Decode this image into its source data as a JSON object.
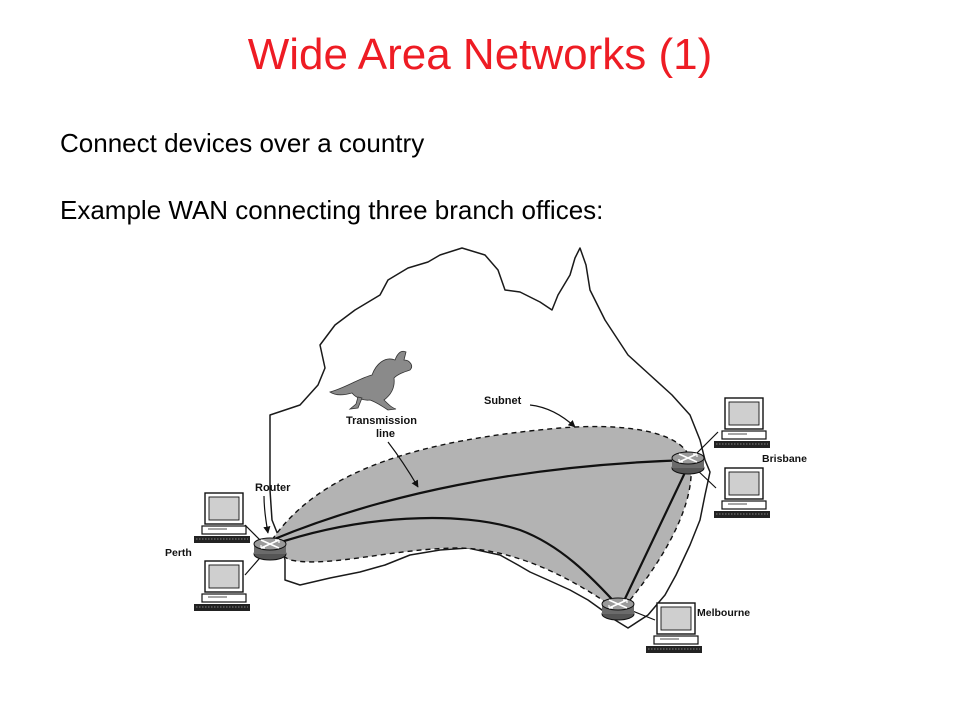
{
  "slide": {
    "title": "Wide Area Networks (1)",
    "bullets": [
      "Connect devices over a country",
      "Example WAN connecting three branch offices:"
    ]
  },
  "diagram": {
    "labels": {
      "subnet": "Subnet",
      "transmission_line_1": "Transmission",
      "transmission_line_2": "line",
      "router": "Router",
      "perth": "Perth",
      "brisbane": "Brisbane",
      "melbourne": "Melbourne"
    },
    "icons": [
      "kangaroo-icon",
      "router-icon",
      "computer-icon"
    ],
    "colors": {
      "title": "#ee1c24",
      "subnet_fill": "#b3b3b3",
      "outline": "#1a1a1a"
    }
  }
}
